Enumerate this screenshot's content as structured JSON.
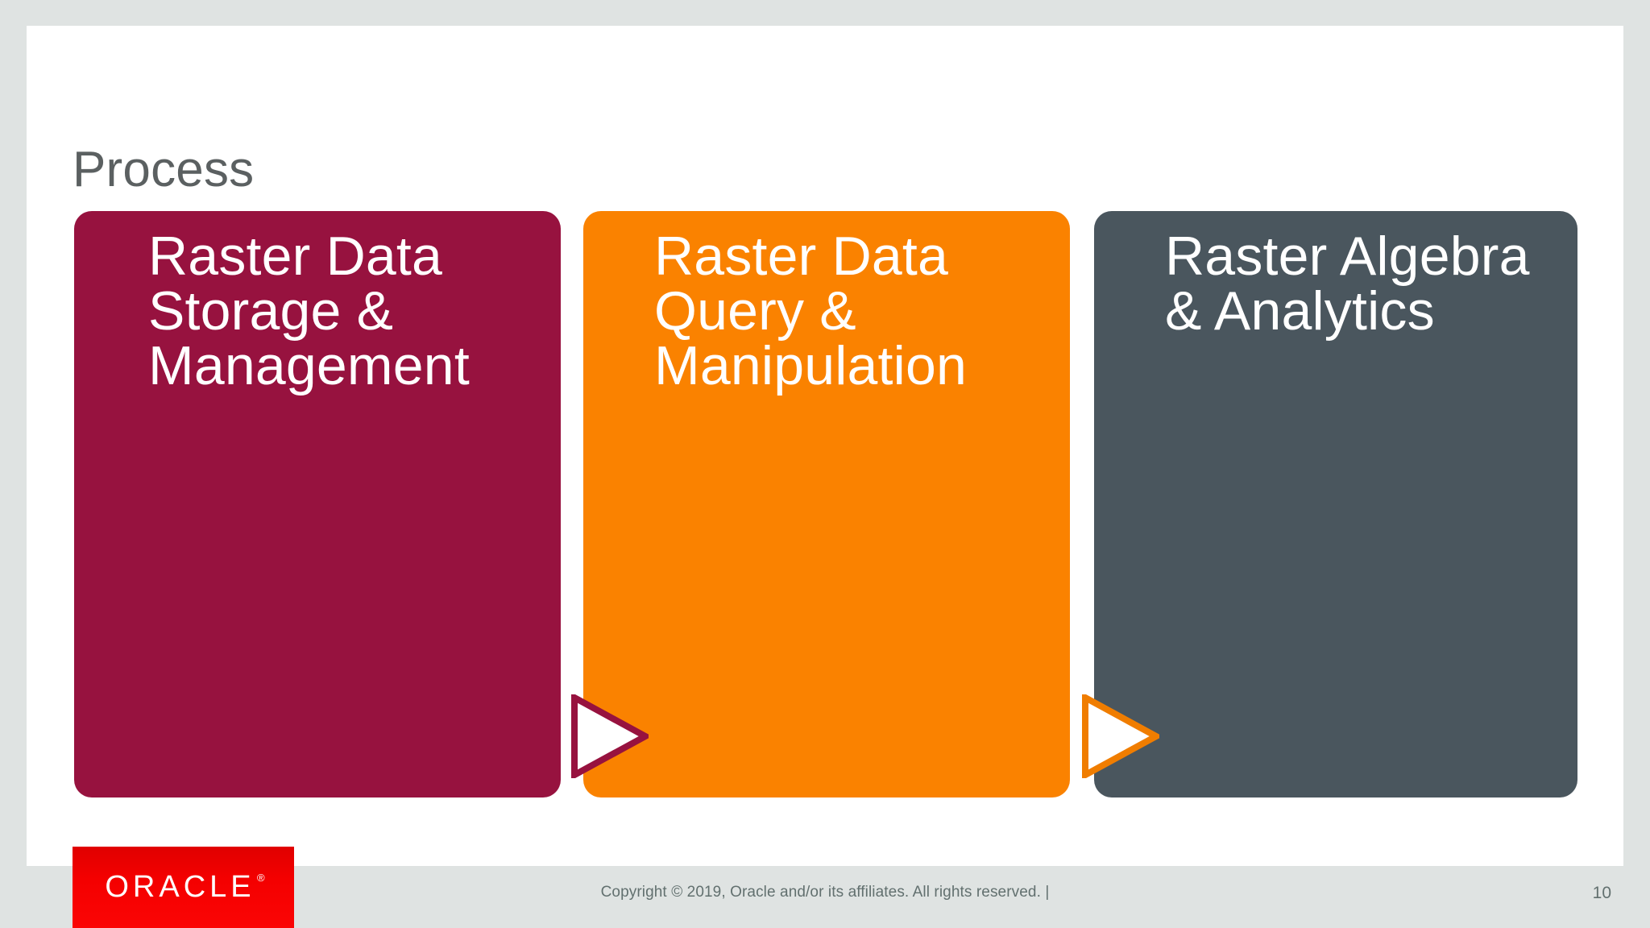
{
  "slide": {
    "title": "Process",
    "title_color": "#5b6061",
    "background_color": "#ffffff",
    "canvas_color": "#dfe3e2"
  },
  "process": {
    "stages": [
      {
        "label": "Raster Data Storage & Management",
        "fill_color": "#97123f",
        "text_color": "#ffffff"
      },
      {
        "label": "Raster Data Query & Manipulation",
        "fill_color": "#fa8200",
        "text_color": "#ffffff"
      },
      {
        "label": "Raster Algebra & Analytics",
        "fill_color": "#4a565e",
        "text_color": "#ffffff"
      }
    ],
    "connectors": [
      {
        "icon": "chevron-right-arrow",
        "fill_color": "#ffffff",
        "stroke_color": "#97123f"
      },
      {
        "icon": "chevron-right-arrow",
        "fill_color": "#ffffff",
        "stroke_color": "#f07d00"
      }
    ]
  },
  "footer": {
    "logo": {
      "icon": "oracle-logo",
      "wordmark": "ORACLE",
      "registered_mark": "®",
      "background_color": "#f10000",
      "text_color": "#ffffff"
    },
    "copyright": "Copyright © 2019, Oracle and/or its affiliates. All rights reserved.  |",
    "page_number": "10",
    "band_color": "#dfe3e2",
    "text_color": "#62706f"
  }
}
